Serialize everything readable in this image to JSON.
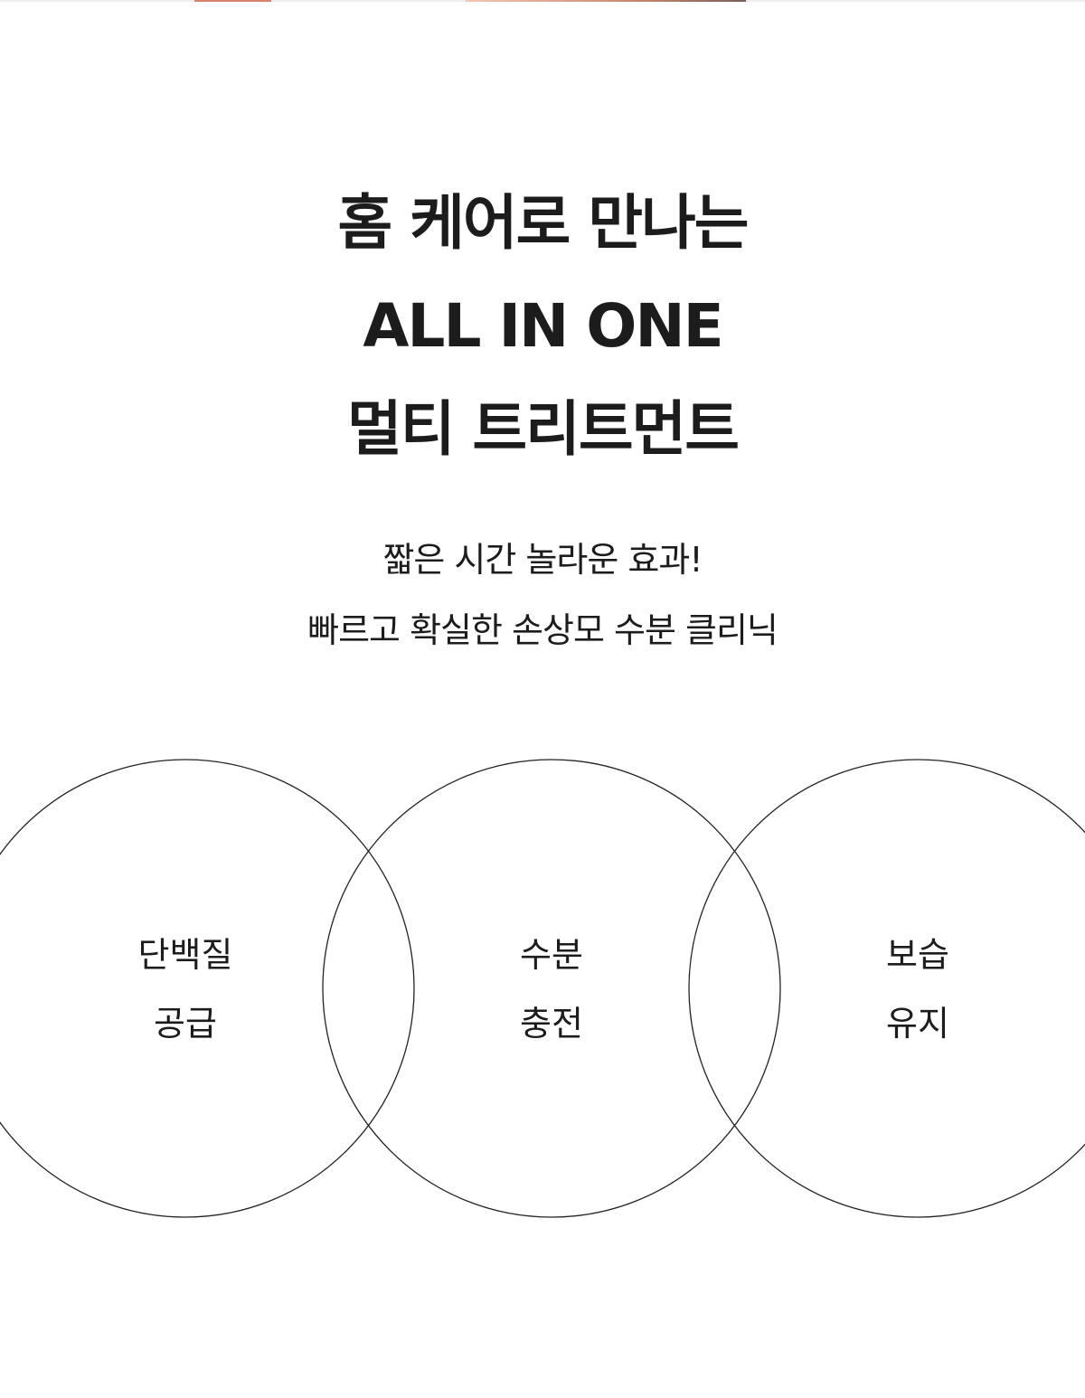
{
  "headline": {
    "line1": "홈 케어로 만나는",
    "line2": "ALL IN ONE",
    "line3": "멀티 트리트먼트"
  },
  "subtitle": {
    "line1": "짧은 시간 놀라운 효과!",
    "line2": "빠르고 확실한 손상모 수분 클리닉"
  },
  "circles": [
    {
      "line1": "단백질",
      "line2": "공급"
    },
    {
      "line1": "수분",
      "line2": "충전"
    },
    {
      "line1": "보습",
      "line2": "유지"
    }
  ]
}
